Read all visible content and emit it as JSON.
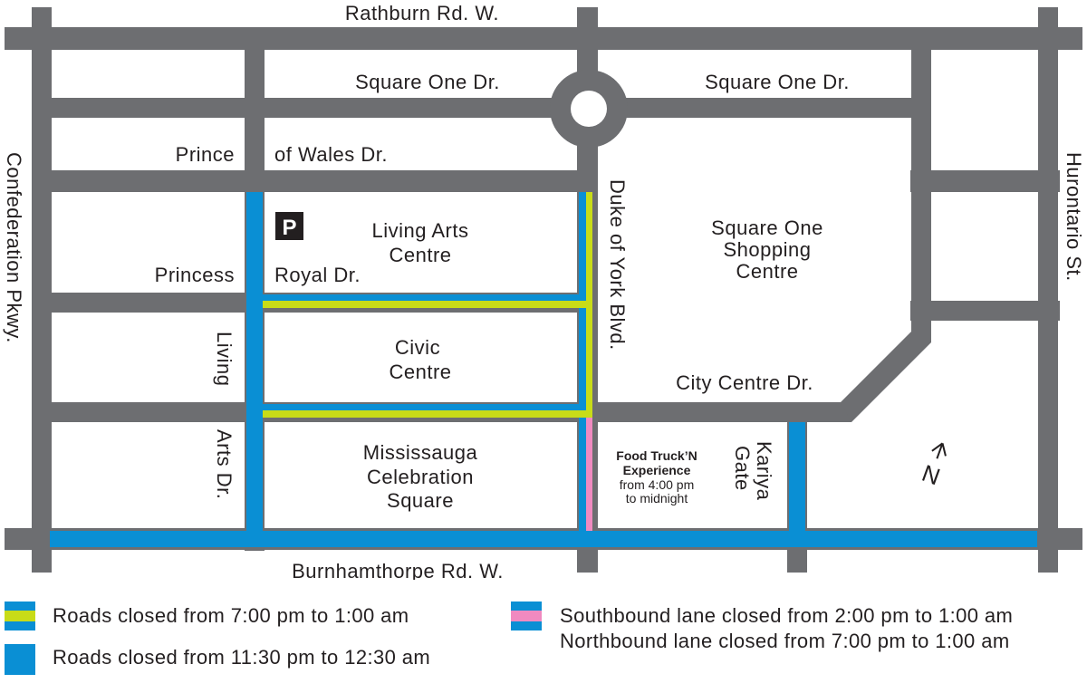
{
  "colors": {
    "road": "#6d6e71",
    "blue": "#0a8fd4",
    "yellow_green": "#c8dc18",
    "pink": "#f08ac0",
    "parking": "#231f20"
  },
  "streets": {
    "rathburn": "Rathburn Rd. W.",
    "square_one_left": "Square One Dr.",
    "square_one_right": "Square One Dr.",
    "prince": "Prince",
    "of_wales": "of Wales Dr.",
    "princess": "Princess",
    "royal": "Royal Dr.",
    "city_centre": "City Centre Dr.",
    "burnhamthorpe": "Burnhamthorpe Rd. W.",
    "confederation": "Confederation Pkwy.",
    "hurontario": "Hurontario St.",
    "duke_of_york": "Duke of York Blvd.",
    "living": "Living",
    "arts_dr": "Arts Dr.",
    "kariya_line1": "Kariya",
    "kariya_line2": "Gate"
  },
  "places": {
    "parking_letter": "P",
    "living_arts_line1": "Living Arts",
    "living_arts_line2": "Centre",
    "civic_line1": "Civic",
    "civic_line2": "Centre",
    "celebration_line1": "Mississauga",
    "celebration_line2": "Celebration",
    "celebration_line3": "Square",
    "square_one_line1": "Square One",
    "square_one_line2": "Shopping",
    "square_one_line3": "Centre",
    "food_truck_line1": "Food Truck’N",
    "food_truck_line2": "Experience",
    "food_truck_line3": "from 4:00 pm",
    "food_truck_line4": "to midnight"
  },
  "north_arrow": {
    "icon": "north-arrow-icon",
    "letter": "N"
  },
  "legend": {
    "yellow_roads": "Roads closed from 7:00 pm to 1:00 am",
    "blue_roads": "Roads closed from 11:30 pm to 12:30 am",
    "southbound": "Southbound lane closed from 2:00 pm to 1:00 am",
    "northbound": "Northbound lane closed from 7:00 pm to 1:00 am"
  }
}
